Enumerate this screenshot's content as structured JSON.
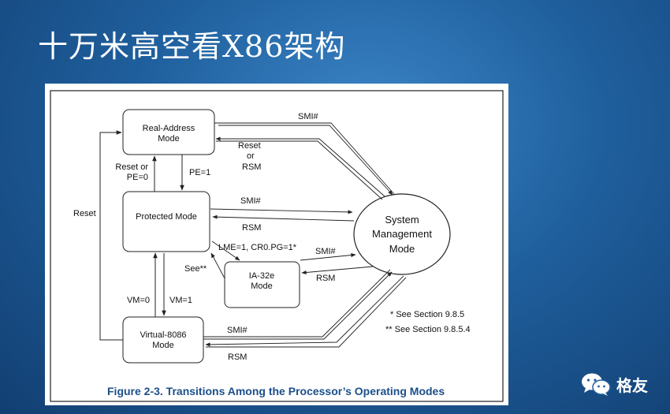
{
  "slide": {
    "title": "十万米高空看X86架构"
  },
  "diagram": {
    "nodes": {
      "real_address": {
        "line1": "Real-Address",
        "line2": "Mode"
      },
      "protected": {
        "line1": "Protected Mode"
      },
      "ia32e": {
        "line1": "IA-32e",
        "line2": "Mode"
      },
      "virtual8086": {
        "line1": "Virtual-8086",
        "line2": "Mode"
      },
      "smm": {
        "line1": "System",
        "line2": "Management",
        "line3": "Mode"
      }
    },
    "edges": {
      "smi_top": "SMI#",
      "reset_or_rsm_1": "Reset",
      "reset_or_rsm_2": "or",
      "reset_or_rsm_3": "RSM",
      "reset_or_pe0_1": "Reset or",
      "reset_or_pe0_2": "PE=0",
      "pe1": "PE=1",
      "smi_protected": "SMI#",
      "rsm_protected": "RSM",
      "reset_left": "Reset",
      "lme": "LME=1, CR0.PG=1*",
      "see": "See**",
      "smi_ia32e": "SMI#",
      "rsm_ia32e": "RSM",
      "vm0": "VM=0",
      "vm1": "VM=1",
      "smi_v86": "SMI#",
      "rsm_v86": "RSM"
    },
    "notes": {
      "note1": "* See Section 9.8.5",
      "note2": "** See Section 9.8.5.4"
    },
    "caption": "Figure 2-3.  Transitions Among the Processor’s Operating Modes"
  },
  "watermark": {
    "label": "格友",
    "icon": "wechat-icon"
  }
}
